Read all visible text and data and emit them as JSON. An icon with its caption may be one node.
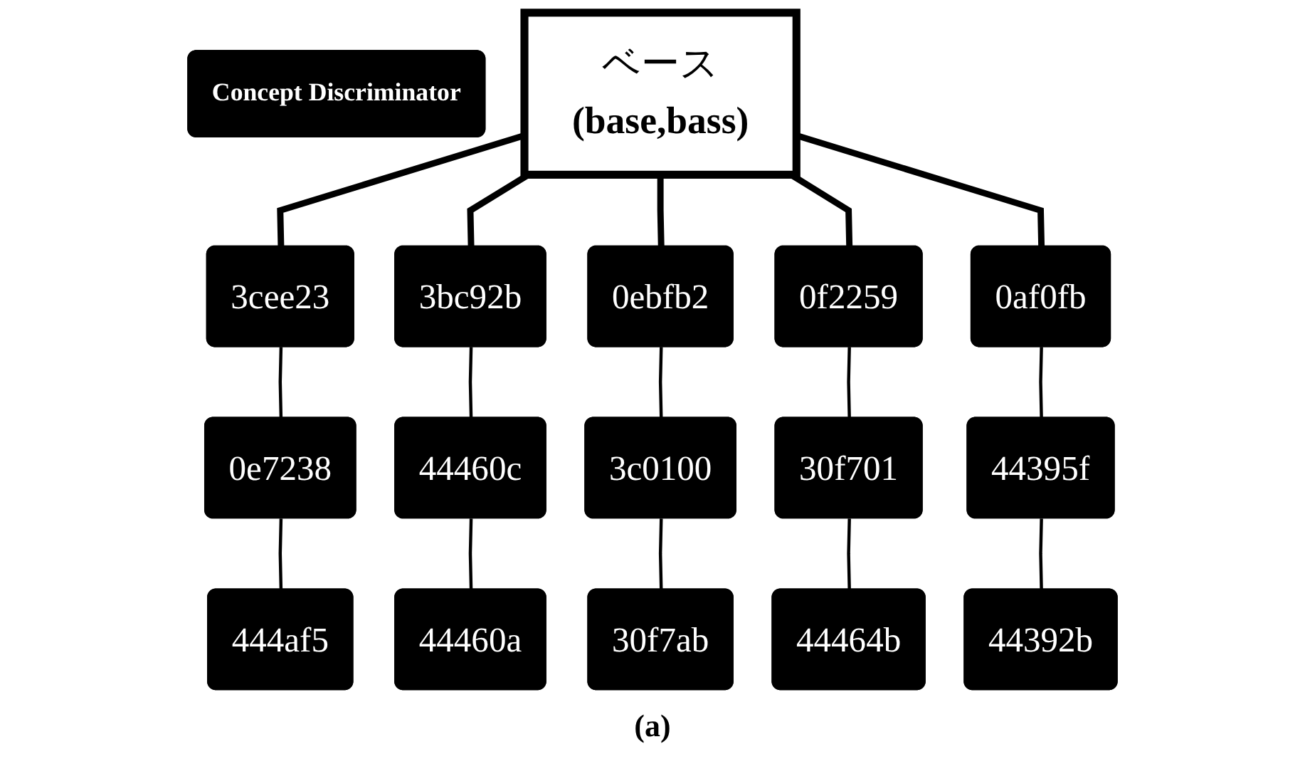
{
  "diagram": {
    "caption": "(a)",
    "nodes": [
      {
        "text": [
          "Concept Discriminator"
        ]
      },
      {
        "text": [
          "ベース",
          "(base,bass)"
        ]
      },
      {
        "text": [
          "3cee23"
        ]
      },
      {
        "text": [
          "3bc92b"
        ]
      },
      {
        "text": [
          "0ebfb2"
        ]
      },
      {
        "text": [
          "0f2259"
        ]
      },
      {
        "text": [
          "0af0fb"
        ]
      },
      {
        "text": [
          "0e7238"
        ]
      },
      {
        "text": [
          "44460c"
        ]
      },
      {
        "text": [
          "3c0100"
        ]
      },
      {
        "text": [
          "30f701"
        ]
      },
      {
        "text": [
          "44395f"
        ]
      },
      {
        "text": [
          "444af5"
        ]
      },
      {
        "text": [
          "44460a"
        ]
      },
      {
        "text": [
          "30f7ab"
        ]
      },
      {
        "text": [
          "44464b"
        ]
      },
      {
        "text": [
          "44392b"
        ]
      }
    ],
    "edges": [
      {
        "from": 1,
        "to": 2,
        "arrow": "none",
        "style": "thick"
      },
      {
        "from": 1,
        "to": 3,
        "arrow": "none",
        "style": "thick"
      },
      {
        "from": 1,
        "to": 4,
        "arrow": "none",
        "style": "thick"
      },
      {
        "from": 1,
        "to": 5,
        "arrow": "none",
        "style": "thick"
      },
      {
        "from": 1,
        "to": 6,
        "arrow": "none",
        "style": "thick"
      },
      {
        "from": 2,
        "to": 7,
        "arrow": "none"
      },
      {
        "from": 7,
        "to": 12,
        "arrow": "none"
      },
      {
        "from": 3,
        "to": 8,
        "arrow": "none"
      },
      {
        "from": 8,
        "to": 13,
        "arrow": "none"
      },
      {
        "from": 4,
        "to": 9,
        "arrow": "none"
      },
      {
        "from": 9,
        "to": 14,
        "arrow": "none"
      },
      {
        "from": 5,
        "to": 10,
        "arrow": "none"
      },
      {
        "from": 10,
        "to": 15,
        "arrow": "none"
      },
      {
        "from": 6,
        "to": 11,
        "arrow": "none"
      },
      {
        "from": 11,
        "to": 16,
        "arrow": "none"
      }
    ]
  }
}
